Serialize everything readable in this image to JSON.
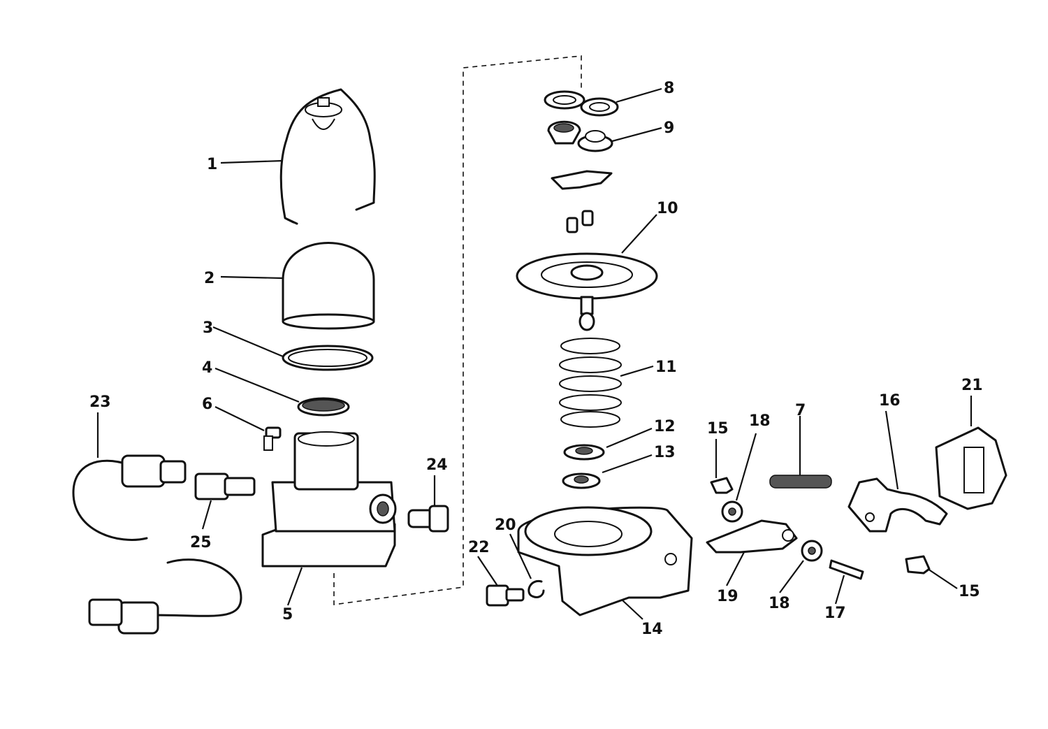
{
  "labels": {
    "l1": "1",
    "l2": "2",
    "l3": "3",
    "l4": "4",
    "l5": "5",
    "l6": "6",
    "l7": "7",
    "l8": "8",
    "l9": "9",
    "l10": "10",
    "l11": "11",
    "l12": "12",
    "l13": "13",
    "l14": "14",
    "l15a": "15",
    "l15b": "15",
    "l16": "16",
    "l17": "17",
    "l18a": "18",
    "l18b": "18",
    "l19": "19",
    "l20": "20",
    "l21": "21",
    "l22": "22",
    "l23": "23",
    "l24": "24",
    "l25": "25"
  }
}
